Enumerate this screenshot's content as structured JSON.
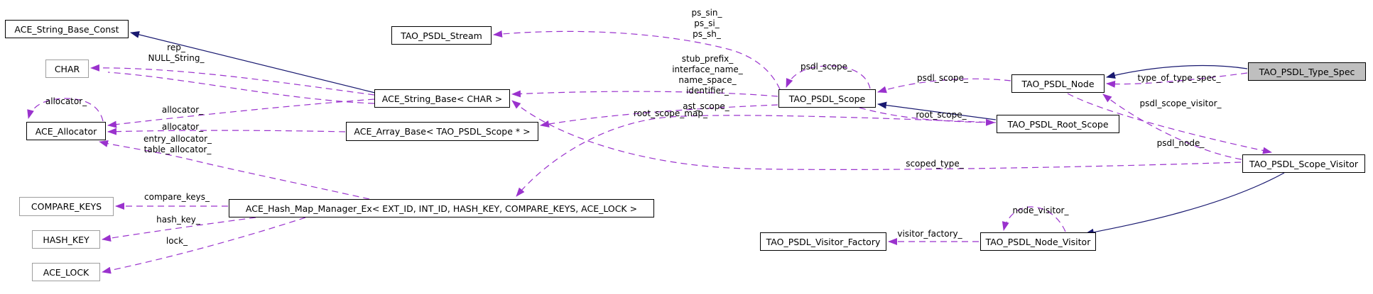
{
  "diagram": {
    "type": "doxygen-collaboration-graph",
    "focus_class": "TAO_PSDL_Type_Spec",
    "colors": {
      "inheritance_edge": "#191970",
      "usage_edge": "#9a32cd",
      "node_bg": "#ffffff",
      "node_border": "#000000",
      "template_param_border": "#9e9e9e",
      "focus_node_bg": "#bfbfbf",
      "text": "#000000",
      "canvas_bg": "#ffffff"
    },
    "nodes": [
      {
        "id": "ace-string-base-const",
        "label": "ACE_String_Base_Const",
        "kind": "class"
      },
      {
        "id": "char",
        "label": "CHAR",
        "kind": "template-param"
      },
      {
        "id": "ace-allocator",
        "label": "ACE_Allocator",
        "kind": "class"
      },
      {
        "id": "compare-keys",
        "label": "COMPARE_KEYS",
        "kind": "template-param"
      },
      {
        "id": "hash-key",
        "label": "HASH_KEY",
        "kind": "template-param"
      },
      {
        "id": "ace-lock",
        "label": "ACE_LOCK",
        "kind": "template-param"
      },
      {
        "id": "tao-psdl-stream",
        "label": "TAO_PSDL_Stream",
        "kind": "class"
      },
      {
        "id": "ace-string-base-char",
        "label": "ACE_String_Base< CHAR >",
        "kind": "class"
      },
      {
        "id": "ace-array-base",
        "label": "ACE_Array_Base< TAO_PSDL_Scope * >",
        "kind": "class"
      },
      {
        "id": "ace-hash-map-manager-ex",
        "label": "ACE_Hash_Map_Manager_Ex< EXT_ID, INT_ID, HASH_KEY, COMPARE_KEYS, ACE_LOCK >",
        "kind": "class"
      },
      {
        "id": "tao-psdl-scope",
        "label": "TAO_PSDL_Scope",
        "kind": "class"
      },
      {
        "id": "tao-psdl-node",
        "label": "TAO_PSDL_Node",
        "kind": "class"
      },
      {
        "id": "tao-psdl-root-scope",
        "label": "TAO_PSDL_Root_Scope",
        "kind": "class"
      },
      {
        "id": "tao-psdl-type-spec",
        "label": "TAO_PSDL_Type_Spec",
        "kind": "focus"
      },
      {
        "id": "tao-psdl-scope-visitor",
        "label": "TAO_PSDL_Scope_Visitor",
        "kind": "class"
      },
      {
        "id": "tao-psdl-visitor-factory",
        "label": "TAO_PSDL_Visitor_Factory",
        "kind": "class"
      },
      {
        "id": "tao-psdl-node-visitor",
        "label": "TAO_PSDL_Node_Visitor",
        "kind": "class"
      }
    ],
    "edge_labels": [
      {
        "id": "rep-null-string",
        "text": "rep_\nNULL_String_"
      },
      {
        "id": "allocator-self",
        "text": "allocator_"
      },
      {
        "id": "allocator-upper",
        "text": "allocator_"
      },
      {
        "id": "allocator-lower",
        "text": "allocator_"
      },
      {
        "id": "entry-table-allocator",
        "text": "entry_allocator_\ntable_allocator_"
      },
      {
        "id": "compare-keys-label",
        "text": "compare_keys_"
      },
      {
        "id": "hash-key-label",
        "text": "hash_key_"
      },
      {
        "id": "lock-label",
        "text": "lock_"
      },
      {
        "id": "ps-group",
        "text": "ps_sin_\nps_si_\nps_sh_"
      },
      {
        "id": "stub-group",
        "text": "stub_prefix_\ninterface_name_\nname_space_\nidentifier_"
      },
      {
        "id": "ast-scope",
        "text": "ast_scope_"
      },
      {
        "id": "psdl-scope-self",
        "text": "psdl_scope_"
      },
      {
        "id": "psdl-scope",
        "text": "psdl_scope_"
      },
      {
        "id": "root-scope",
        "text": "root_scope_"
      },
      {
        "id": "root-scope-map",
        "text": "root_scope_map_"
      },
      {
        "id": "scoped-type",
        "text": "scoped_type_"
      },
      {
        "id": "type-of-type-spec",
        "text": "type_of_type_spec_"
      },
      {
        "id": "psdl-scope-visitor",
        "text": "psdl_scope_visitor_"
      },
      {
        "id": "psdl-node",
        "text": "psdl_node_"
      },
      {
        "id": "node-visitor",
        "text": "node_visitor_"
      },
      {
        "id": "visitor-factory",
        "text": "visitor_factory_"
      }
    ]
  }
}
